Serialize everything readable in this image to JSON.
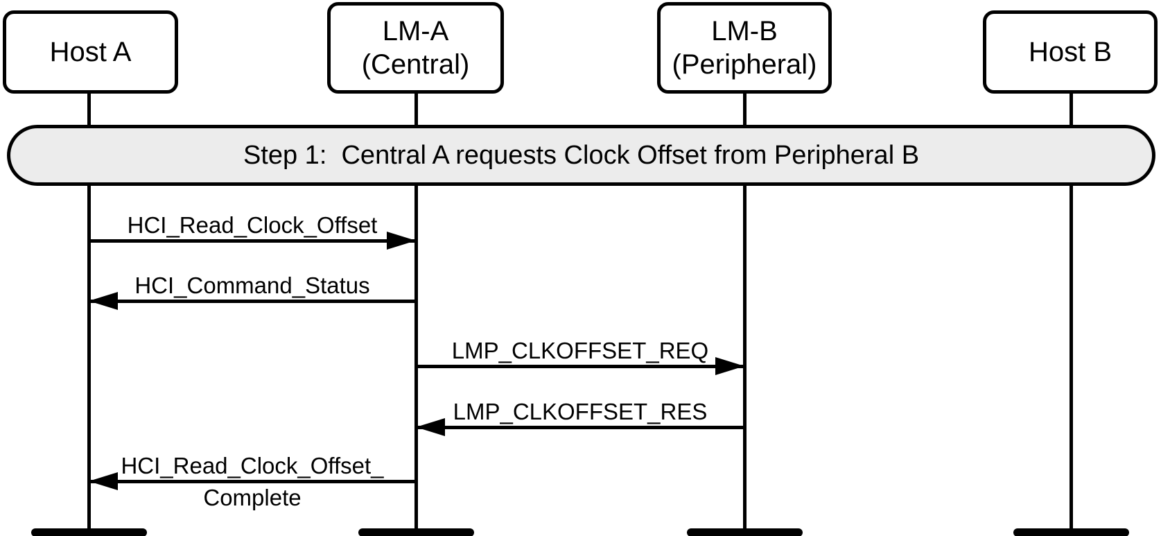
{
  "colors": {
    "stroke": "#000000",
    "banner_fill": "#ececec",
    "background": "#ffffff"
  },
  "actors": [
    {
      "label": "Host A"
    },
    {
      "label": "LM-A",
      "sublabel": "(Central)"
    },
    {
      "label": "LM-B",
      "sublabel": "(Peripheral)"
    },
    {
      "label": "Host B"
    }
  ],
  "banner": {
    "text": "Step 1:  Central A requests Clock Offset from Peripheral B"
  },
  "messages": [
    {
      "label": "HCI_Read_Clock_Offset",
      "from": "Host A",
      "to": "LM-A (Central)",
      "direction": "right"
    },
    {
      "label": "HCI_Command_Status",
      "from": "LM-A (Central)",
      "to": "Host A",
      "direction": "left"
    },
    {
      "label": "LMP_CLKOFFSET_REQ",
      "from": "LM-A (Central)",
      "to": "LM-B (Peripheral)",
      "direction": "right"
    },
    {
      "label": "LMP_CLKOFFSET_RES",
      "from": "LM-B (Peripheral)",
      "to": "LM-A (Central)",
      "direction": "left"
    },
    {
      "label": "HCI_Read_Clock_Offset_",
      "label_line2": "Complete",
      "from": "LM-A (Central)",
      "to": "Host A",
      "direction": "left"
    }
  ]
}
